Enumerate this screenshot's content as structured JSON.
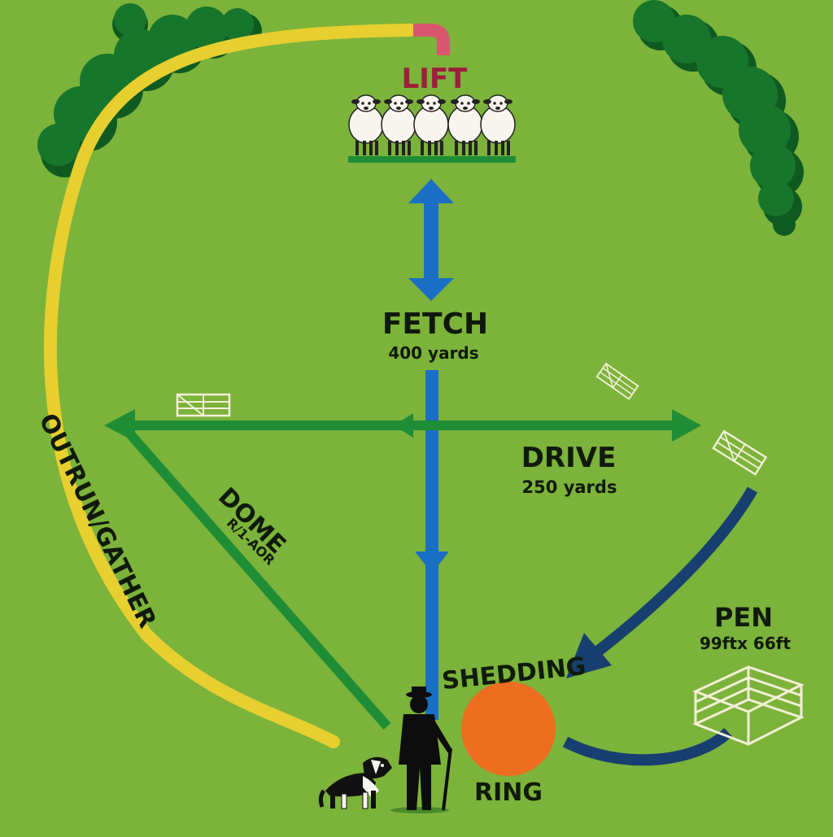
{
  "labels": {
    "lift": "LIFT",
    "fetch": "FETCH",
    "fetch_distance": "400 yards",
    "drive": "DRIVE",
    "drive_distance": "250 yards",
    "dome": "DOME",
    "dome_sub": "R/1-AOR",
    "outrun": "OUTRUN/GATHER",
    "pen": "PEN",
    "pen_size": "99ftx 66ft",
    "shedding": "SHEDDING",
    "ring": "RING"
  },
  "colors": {
    "field": "#7cb33a",
    "outrun_path": "#e7cf2f",
    "lift_marker": "#d9566f",
    "lift_text": "#9c1f3c",
    "fetch_arrow": "#1a6fc4",
    "drive_arrow": "#1f8d35",
    "pen_path": "#173f6f",
    "shedding_ring": "#ec6e1e",
    "trees": "#17762b",
    "tree_shadow": "#0f5a20",
    "text": "#101a0c",
    "gates": "#f3efd8"
  },
  "icons": {
    "sheep": "sheep-icon",
    "handler": "shepherd-icon",
    "dog": "border-collie-icon",
    "gate": "gate-icon",
    "pen": "pen-enclosure-icon",
    "tree": "tree-icon"
  }
}
